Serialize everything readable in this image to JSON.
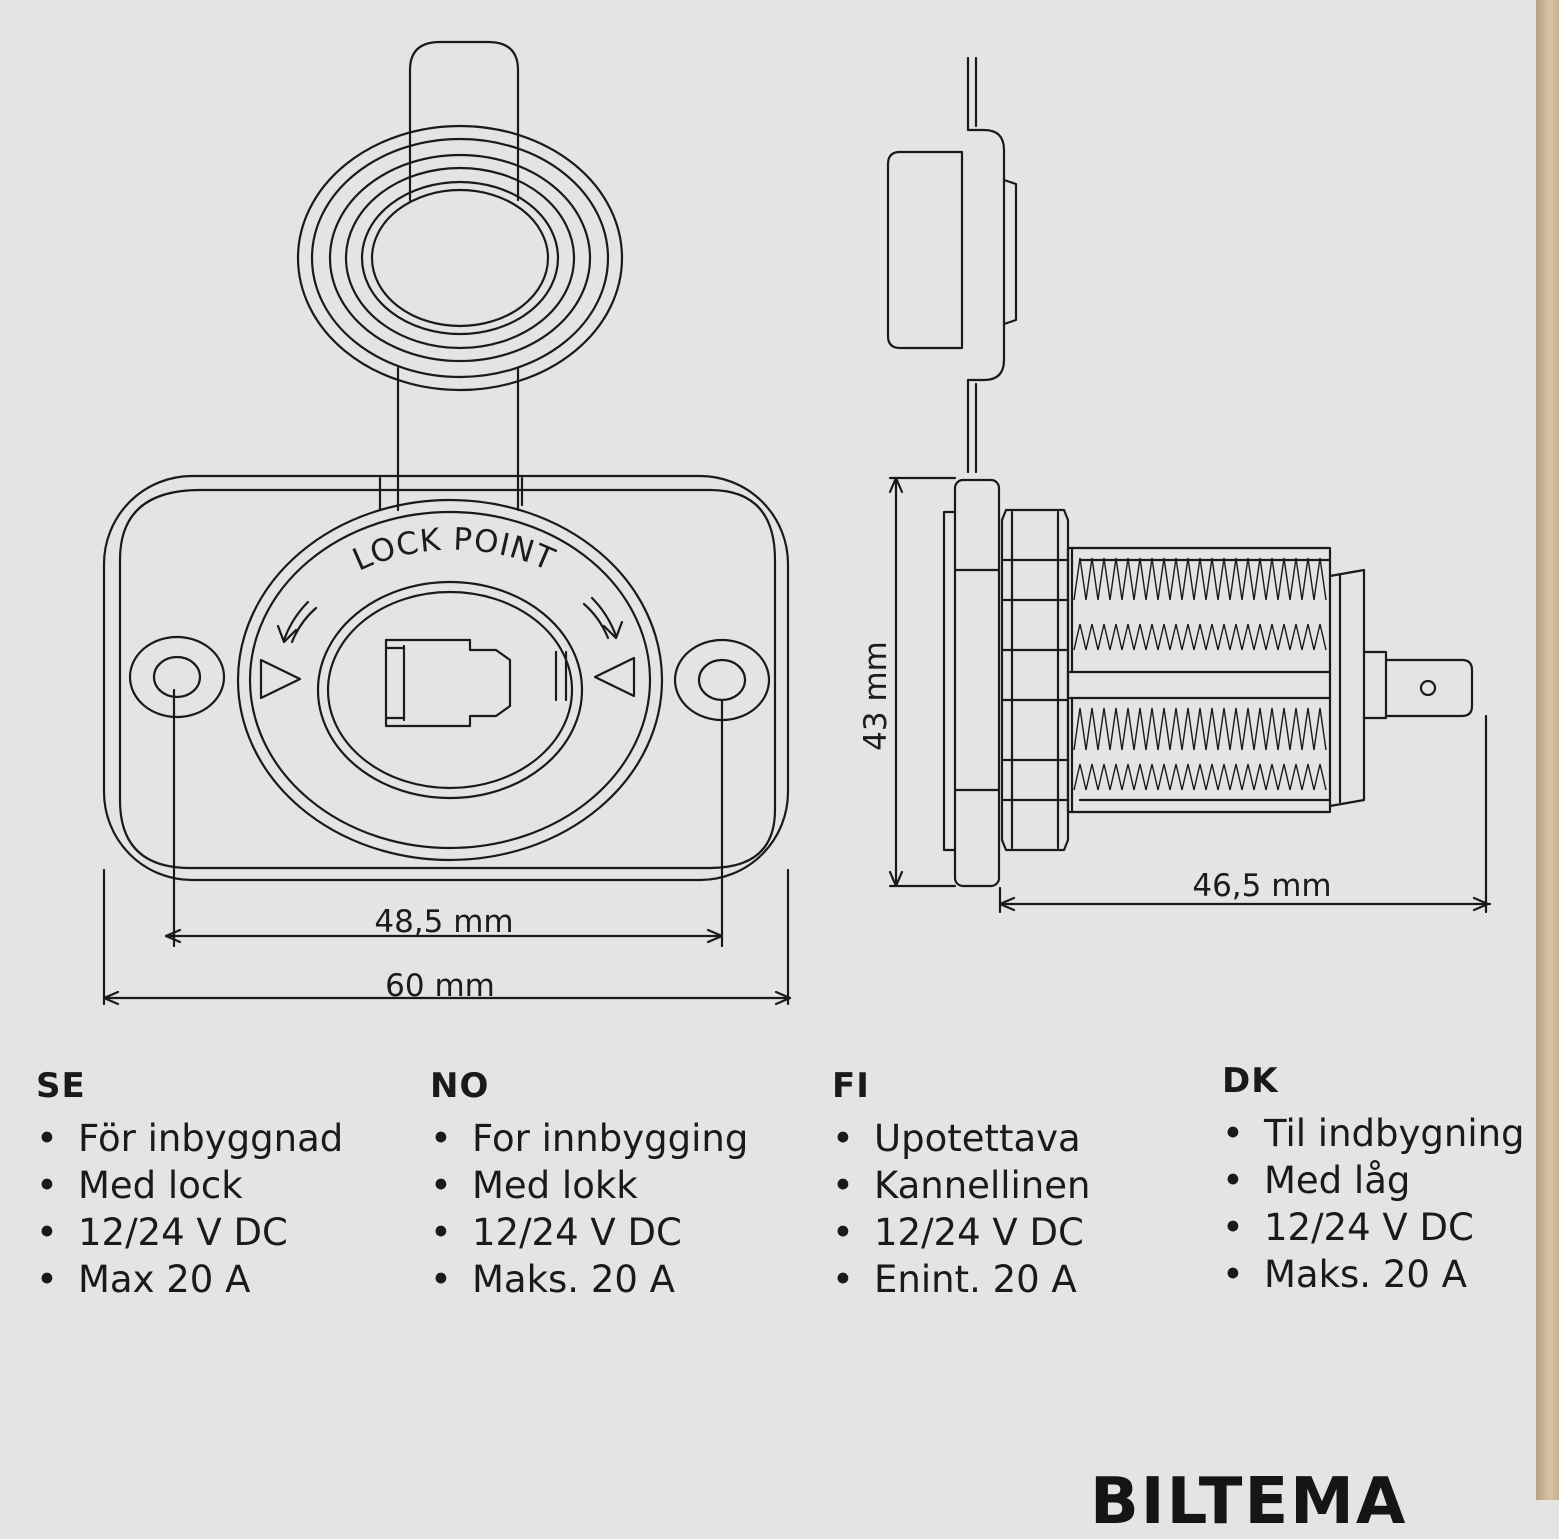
{
  "diagram": {
    "lock_label": "LOCK POINT",
    "dimensions": {
      "hole_spacing": "48,5 mm",
      "overall_width": "60 mm",
      "height": "43 mm",
      "depth": "46,5 mm"
    }
  },
  "specs": [
    {
      "code": "SE",
      "items": [
        "För inbyggnad",
        "Med lock",
        "12/24 V DC",
        "Max 20 A"
      ]
    },
    {
      "code": "NO",
      "items": [
        "For innbygging",
        "Med lokk",
        "12/24 V DC",
        "Maks. 20 A"
      ]
    },
    {
      "code": "FI",
      "items": [
        "Upotettava",
        "Kannellinen",
        "12/24 V DC",
        "Enint. 20 A"
      ]
    },
    {
      "code": "DK",
      "items": [
        "Til indbygning",
        "Med låg",
        "12/24 V DC",
        "Maks. 20 A"
      ]
    }
  ],
  "brand": "BILTEMA",
  "colors": {
    "paper": "#e4e4e2",
    "ink": "#1a1a1a",
    "box_edge": "#c8b090"
  }
}
